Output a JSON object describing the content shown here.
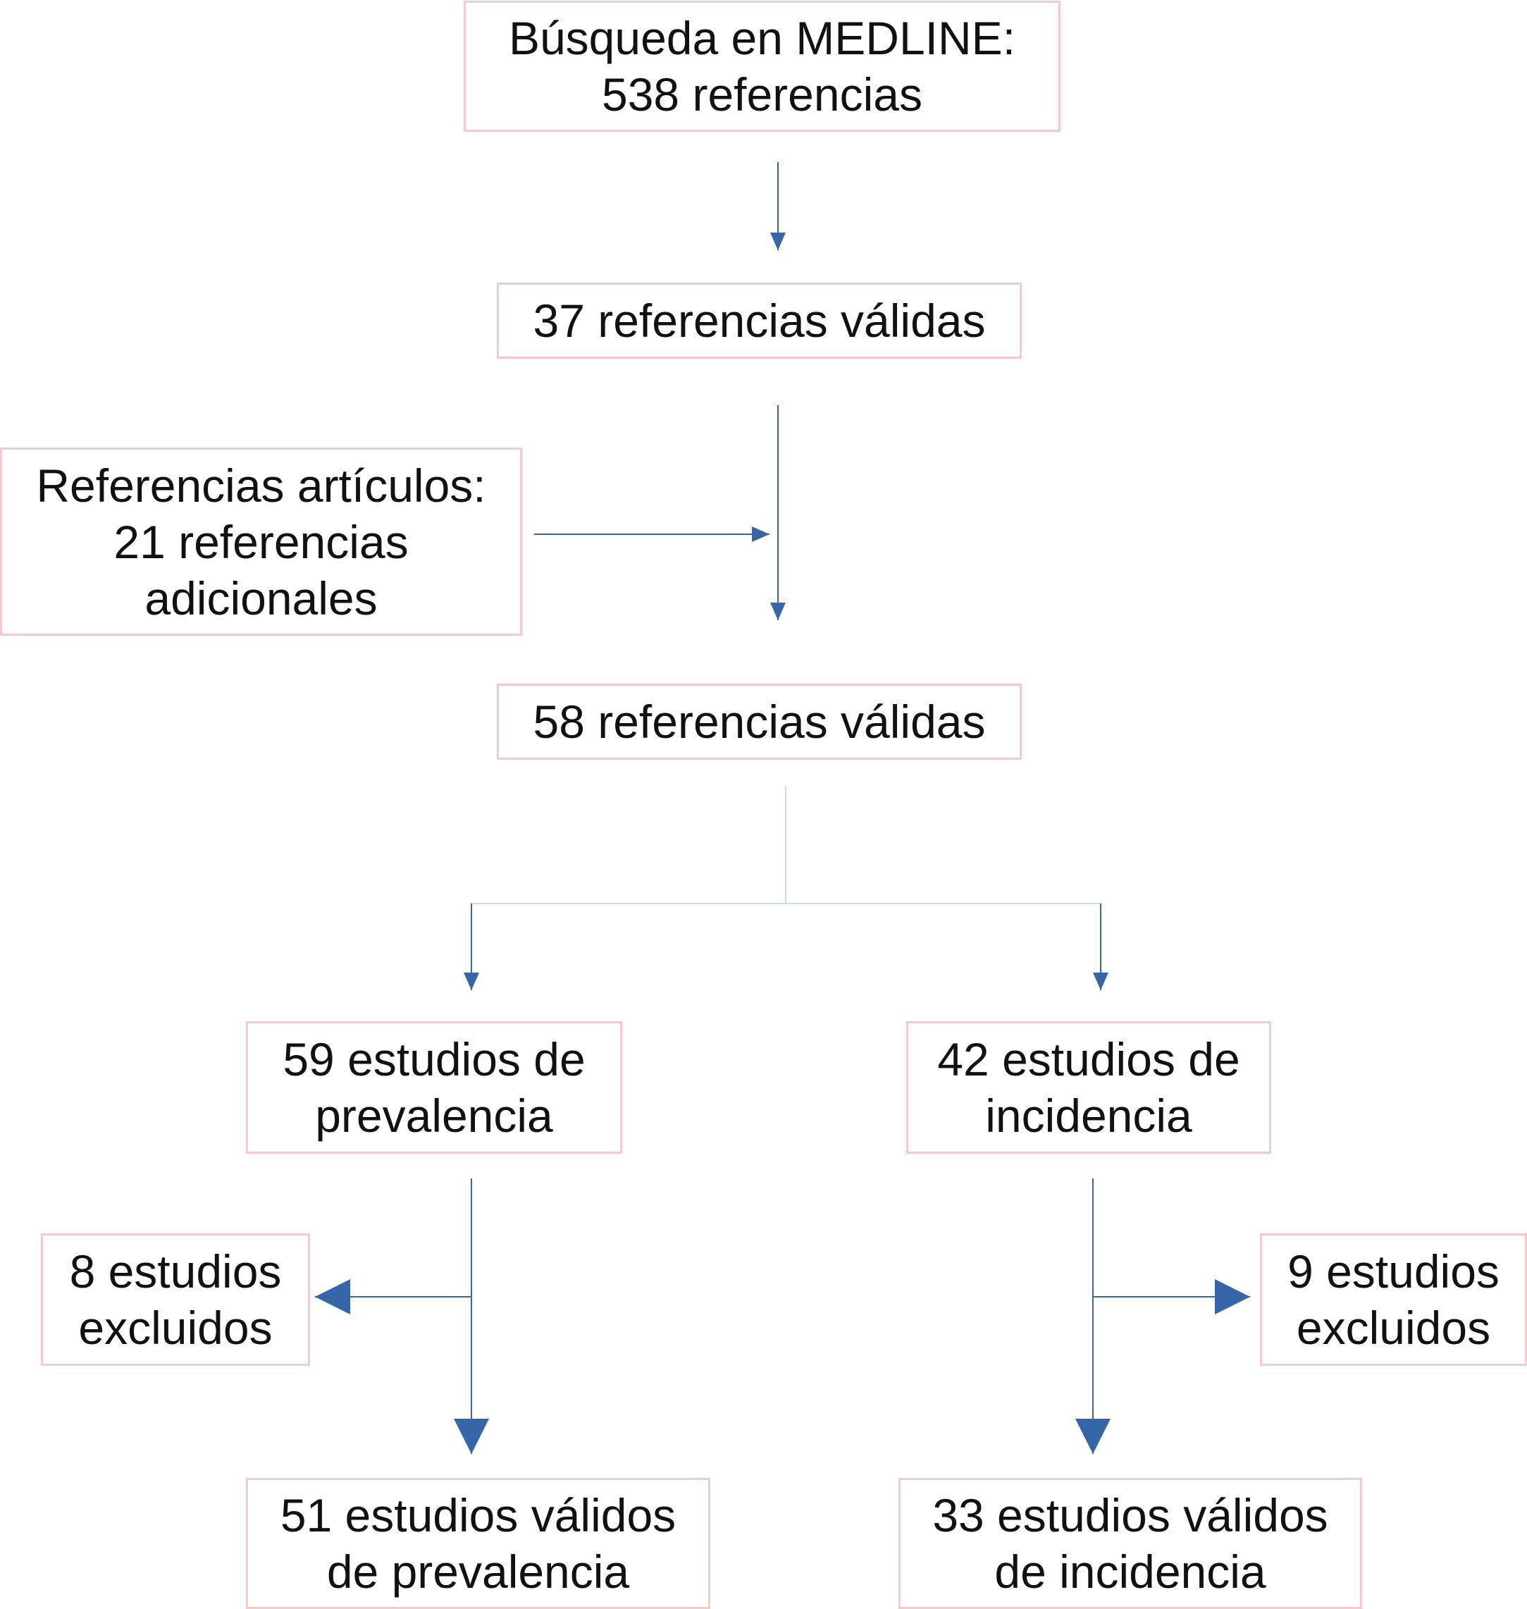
{
  "boxes": {
    "medline": {
      "line1": "Búsqueda en MEDLINE:",
      "line2": "538 referencias"
    },
    "valid37": {
      "line1": "37 referencias válidas"
    },
    "articles": {
      "line1": "Referencias artículos:",
      "line2": "21 referencias",
      "line3": "adicionales"
    },
    "valid58": {
      "line1": "58 referencias válidas"
    },
    "prevalence": {
      "line1": "59 estudios de",
      "line2": "prevalencia"
    },
    "incidence": {
      "line1": "42 estudios de",
      "line2": "incidencia"
    },
    "excluded_prev": {
      "line1": "8 estudios",
      "line2": "excluidos"
    },
    "excluded_inc": {
      "line1": "9 estudios",
      "line2": "excluidos"
    },
    "valid_prev": {
      "line1": "51 estudios válidos",
      "line2": "de prevalencia"
    },
    "valid_inc": {
      "line1": "33 estudios válidos",
      "line2": "de incidencia"
    }
  },
  "colors": {
    "box_border": "#f8c9cc",
    "arrow": "#3466a8",
    "split_line": "#cfdcec"
  }
}
